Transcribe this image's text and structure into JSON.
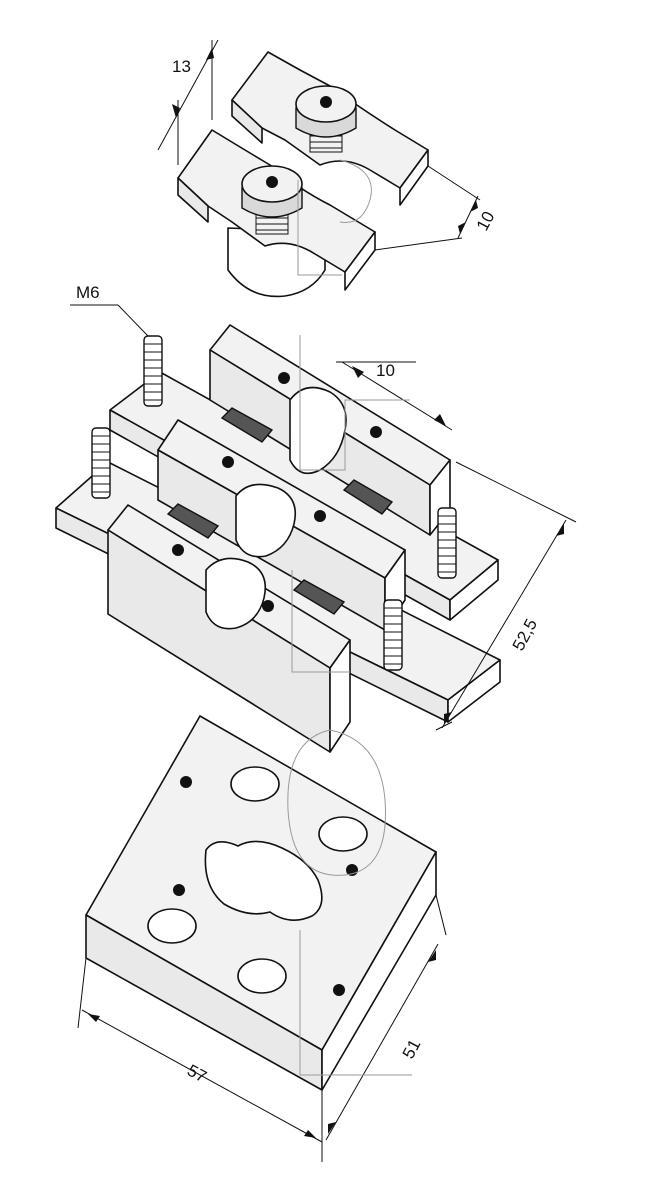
{
  "dimensions": {
    "clamp_height": "13",
    "clamp_depth": "10",
    "stud_thread": "M6",
    "jaw_width": "10",
    "assembly_length": "52,5",
    "base_length": "57",
    "base_width": "51"
  }
}
